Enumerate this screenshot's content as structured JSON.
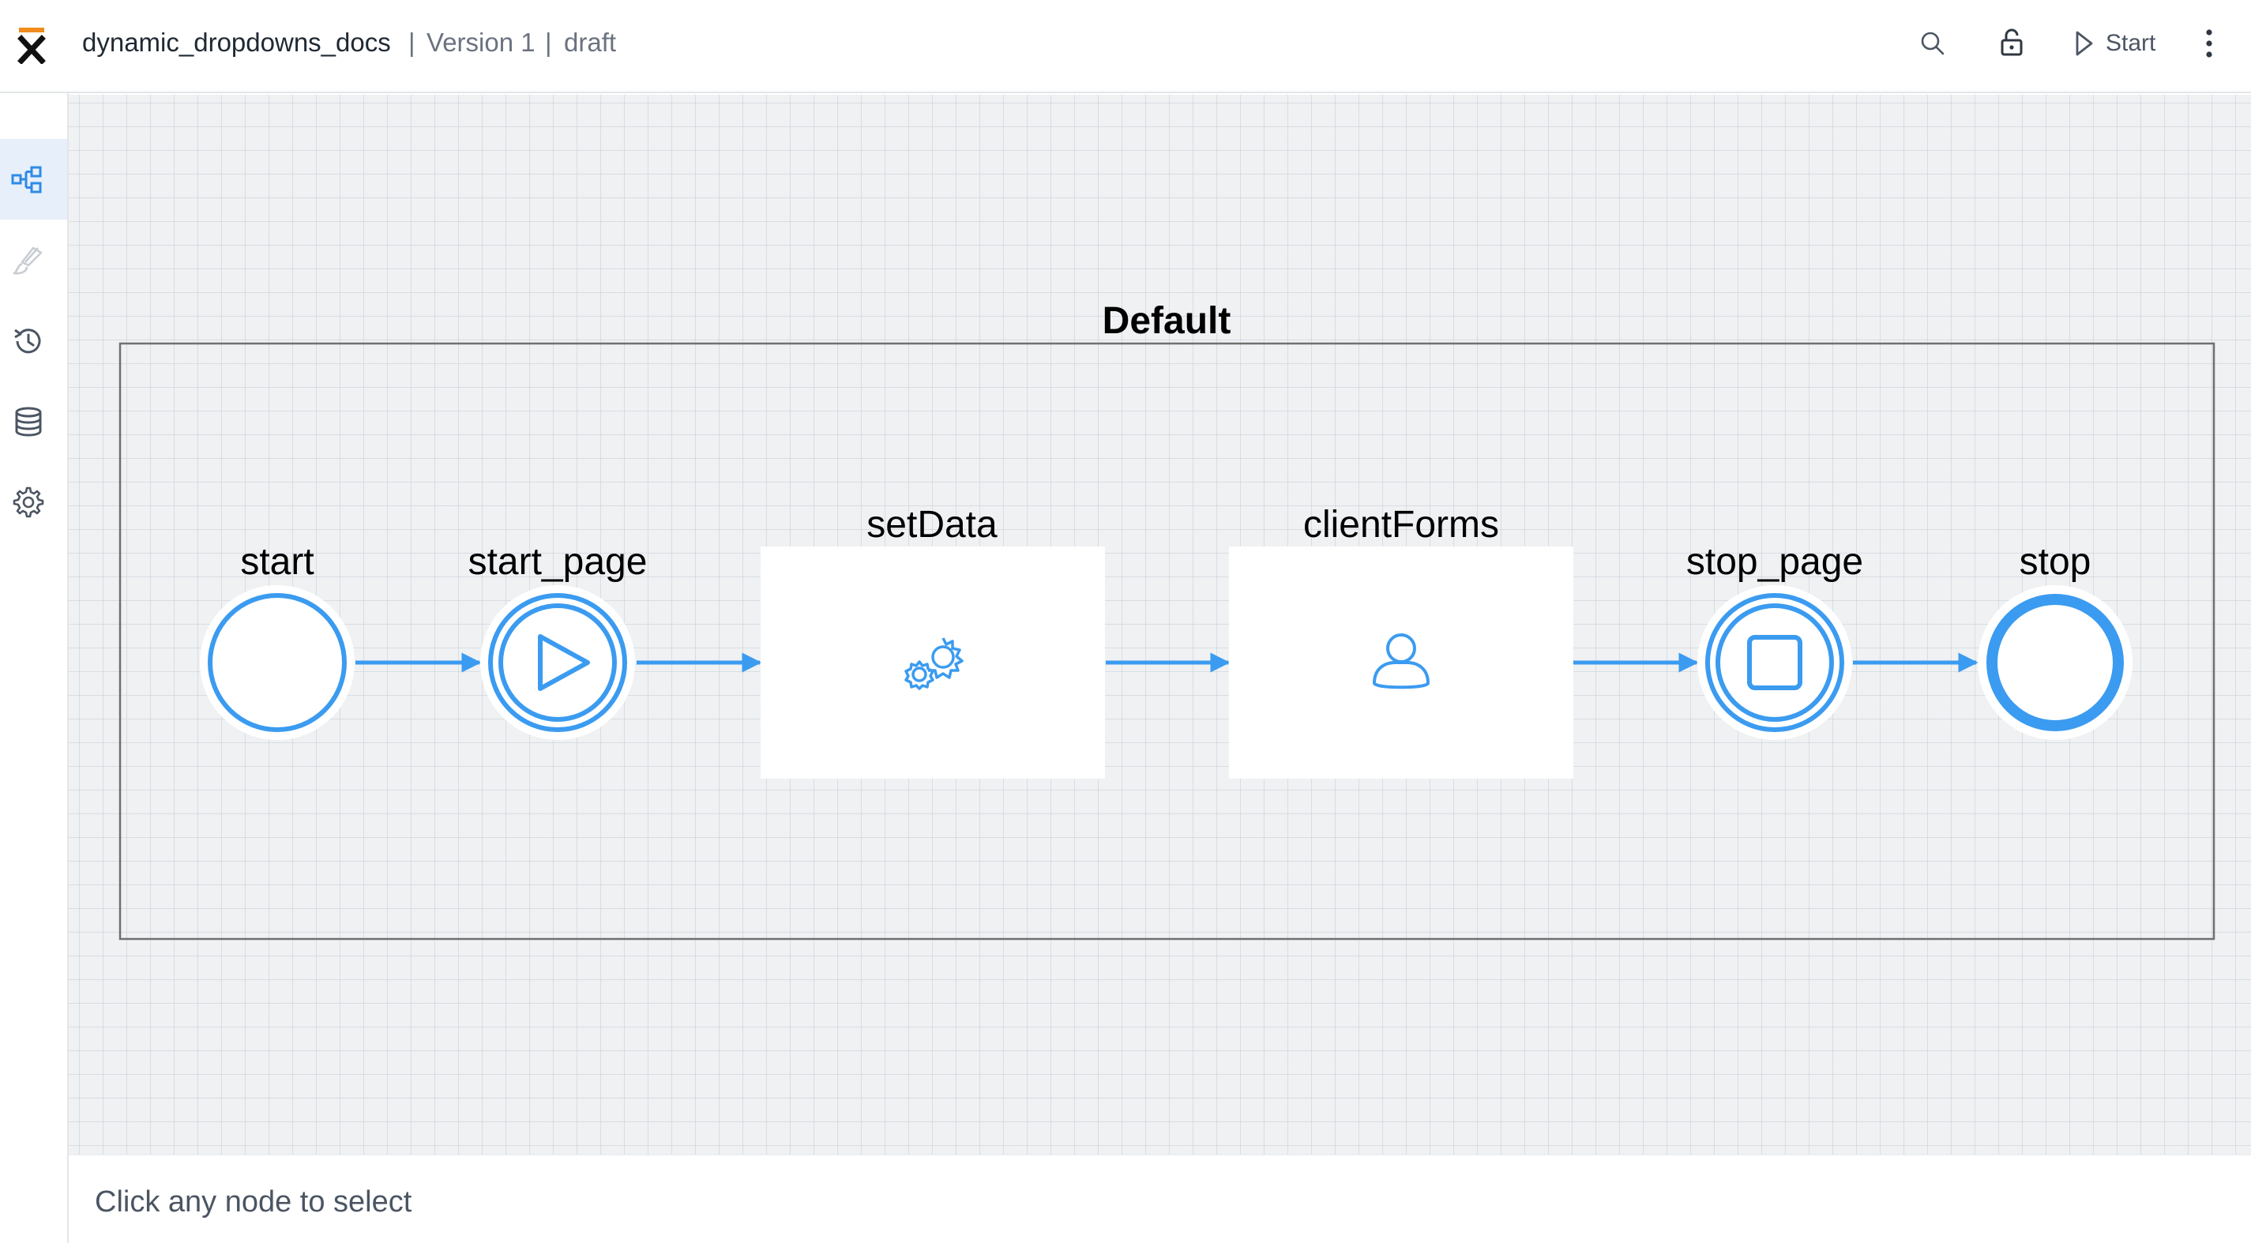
{
  "header": {
    "app_name": "dynamic_dropdowns_docs",
    "separator": "|",
    "version": "Version 1",
    "status": "draft",
    "start_label": "Start"
  },
  "sidebar": {
    "items": [
      {
        "name": "process-diagram",
        "icon": "process-diagram-icon",
        "active": true
      },
      {
        "name": "edit",
        "icon": "brush-icon",
        "active": false
      },
      {
        "name": "history",
        "icon": "history-icon",
        "active": false
      },
      {
        "name": "data-model",
        "icon": "database-icon",
        "active": false
      },
      {
        "name": "settings",
        "icon": "gear-icon",
        "active": false
      }
    ]
  },
  "diagram": {
    "swimlane_title": "Default",
    "nodes": [
      {
        "id": "start",
        "label": "start",
        "type": "start-event"
      },
      {
        "id": "start_page",
        "label": "start_page",
        "type": "start-page-event",
        "icon": "play-icon"
      },
      {
        "id": "setData",
        "label": "setData",
        "type": "service-task",
        "icon": "gears-icon"
      },
      {
        "id": "clientForms",
        "label": "clientForms",
        "type": "user-task",
        "icon": "user-icon"
      },
      {
        "id": "stop_page",
        "label": "stop_page",
        "type": "stop-page-event",
        "icon": "stop-square-icon"
      },
      {
        "id": "stop",
        "label": "stop",
        "type": "end-event"
      }
    ],
    "colors": {
      "accent": "#3b9bf0",
      "node_fill": "#ffffff",
      "lane_border": "#707070",
      "label": "#000000"
    }
  },
  "statusbar": {
    "hint": "Click any node to select"
  }
}
